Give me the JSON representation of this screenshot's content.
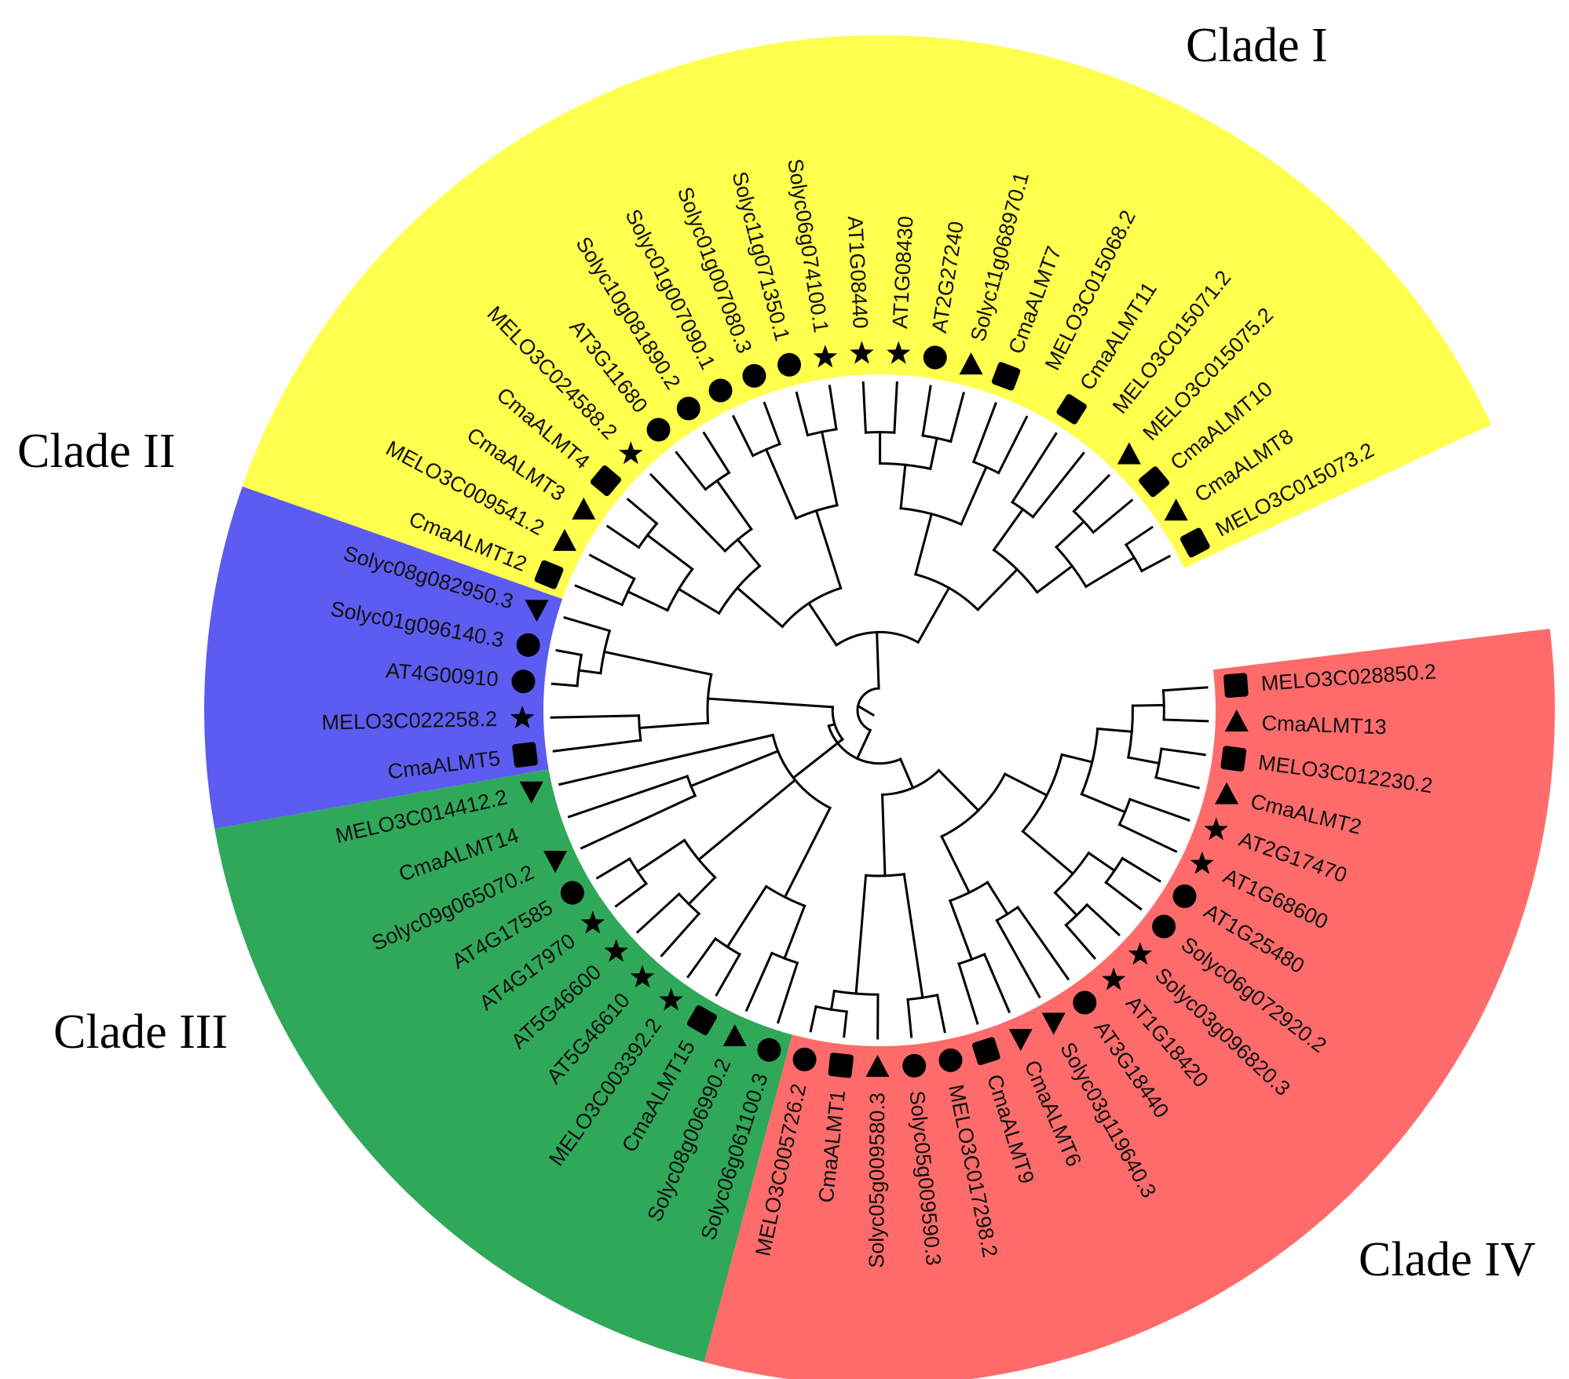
{
  "clades": [
    {
      "label": "Clade I",
      "color": "#FF6B6B"
    },
    {
      "label": "Clade II",
      "color": "#2FA85A"
    },
    {
      "label": "Clade III",
      "color": "#5C5CF2"
    },
    {
      "label": "Clade IV",
      "color": "#FFFF4D"
    }
  ],
  "marker_shapes": [
    "square",
    "triangle",
    "inverted-triangle",
    "circle",
    "star"
  ],
  "leaves": [
    {
      "name": "MELO3C028850.2",
      "clade": 0,
      "marker": "square"
    },
    {
      "name": "CmaALMT13",
      "clade": 0,
      "marker": "triangle"
    },
    {
      "name": "MELO3C012230.2",
      "clade": 0,
      "marker": "square"
    },
    {
      "name": "CmaALMT2",
      "clade": 0,
      "marker": "triangle"
    },
    {
      "name": "AT2G17470",
      "clade": 0,
      "marker": "star"
    },
    {
      "name": "AT1G68600",
      "clade": 0,
      "marker": "star"
    },
    {
      "name": "AT1G25480",
      "clade": 0,
      "marker": "circle"
    },
    {
      "name": "Solyc06g072920.2",
      "clade": 0,
      "marker": "circle"
    },
    {
      "name": "Solyc03g096820.3",
      "clade": 0,
      "marker": "star"
    },
    {
      "name": "AT1G18420",
      "clade": 0,
      "marker": "star"
    },
    {
      "name": "AT3G18440",
      "clade": 0,
      "marker": "circle"
    },
    {
      "name": "Solyc03g119640.3",
      "clade": 0,
      "marker": "inverted-triangle"
    },
    {
      "name": "CmaALMT6",
      "clade": 0,
      "marker": "inverted-triangle"
    },
    {
      "name": "CmaALMT9",
      "clade": 0,
      "marker": "square"
    },
    {
      "name": "MELO3C017298.2",
      "clade": 0,
      "marker": "circle"
    },
    {
      "name": "Solyc05g009590.3",
      "clade": 0,
      "marker": "circle"
    },
    {
      "name": "Solyc05g009580.3",
      "clade": 0,
      "marker": "triangle"
    },
    {
      "name": "CmaALMT1",
      "clade": 0,
      "marker": "square"
    },
    {
      "name": "MELO3C005726.2",
      "clade": 0,
      "marker": "circle"
    },
    {
      "name": "Solyc06g061100.3",
      "clade": 1,
      "marker": "circle"
    },
    {
      "name": "Solyc08g006990.2",
      "clade": 1,
      "marker": "triangle"
    },
    {
      "name": "CmaALMT15",
      "clade": 1,
      "marker": "square"
    },
    {
      "name": "MELO3C003392.2",
      "clade": 1,
      "marker": "star"
    },
    {
      "name": "AT5G46610",
      "clade": 1,
      "marker": "star"
    },
    {
      "name": "AT5G46600",
      "clade": 1,
      "marker": "star"
    },
    {
      "name": "AT4G17970",
      "clade": 1,
      "marker": "star"
    },
    {
      "name": "AT4G17585",
      "clade": 1,
      "marker": "circle"
    },
    {
      "name": "Solyc09g065070.2",
      "clade": 1,
      "marker": "inverted-triangle"
    },
    {
      "name": "CmaALMT14",
      "clade": 1,
      "marker": "none"
    },
    {
      "name": "MELO3C014412.2",
      "clade": 1,
      "marker": "inverted-triangle"
    },
    {
      "name": "CmaALMT5",
      "clade": 2,
      "marker": "square"
    },
    {
      "name": "MELO3C022258.2",
      "clade": 2,
      "marker": "star"
    },
    {
      "name": "AT4G00910",
      "clade": 2,
      "marker": "circle"
    },
    {
      "name": "Solyc01g096140.3",
      "clade": 2,
      "marker": "circle"
    },
    {
      "name": "Solyc08g082950.3",
      "clade": 2,
      "marker": "inverted-triangle"
    },
    {
      "name": "CmaALMT12",
      "clade": 3,
      "marker": "square"
    },
    {
      "name": "MELO3C009541.2",
      "clade": 3,
      "marker": "triangle"
    },
    {
      "name": "CmaALMT3",
      "clade": 3,
      "marker": "triangle"
    },
    {
      "name": "CmaALMT4",
      "clade": 3,
      "marker": "square"
    },
    {
      "name": "MELO3C024588.2",
      "clade": 3,
      "marker": "star"
    },
    {
      "name": "AT3G11680",
      "clade": 3,
      "marker": "circle"
    },
    {
      "name": "Solyc10g081890.2",
      "clade": 3,
      "marker": "circle"
    },
    {
      "name": "Solyc01g007090.1",
      "clade": 3,
      "marker": "circle"
    },
    {
      "name": "Solyc01g007080.3",
      "clade": 3,
      "marker": "circle"
    },
    {
      "name": "Solyc11g071350.1",
      "clade": 3,
      "marker": "circle"
    },
    {
      "name": "Solyc06g074100.1",
      "clade": 3,
      "marker": "star"
    },
    {
      "name": "AT1G08440",
      "clade": 3,
      "marker": "star"
    },
    {
      "name": "AT1G08430",
      "clade": 3,
      "marker": "star"
    },
    {
      "name": "AT2G27240",
      "clade": 3,
      "marker": "circle"
    },
    {
      "name": "Solyc11g068970.1",
      "clade": 3,
      "marker": "triangle"
    },
    {
      "name": "CmaALMT7",
      "clade": 3,
      "marker": "square"
    },
    {
      "name": "MELO3C015068.2",
      "clade": 3,
      "marker": "none"
    },
    {
      "name": "CmaALMT11",
      "clade": 3,
      "marker": "square"
    },
    {
      "name": "MELO3C015071.2",
      "clade": 3,
      "marker": "none"
    },
    {
      "name": "MELO3C015075.2",
      "clade": 3,
      "marker": "triangle"
    },
    {
      "name": "CmaALMT10",
      "clade": 3,
      "marker": "square"
    },
    {
      "name": "CmaALMT8",
      "clade": 3,
      "marker": "triangle"
    },
    {
      "name": "MELO3C015073.2",
      "clade": 3,
      "marker": "square"
    }
  ],
  "tree": {
    "h": 0.02,
    "c": [
      {
        "h": 0.12,
        "c": [
          {
            "h": 0.22,
            "c": [
              {
                "h": 0.4,
                "c": [
                  {
                    "h": 0.55,
                    "c": [
                      {
                        "h": 0.65,
                        "c": [
                          {
                            "h": 0.76,
                            "c": [
                              {
                                "h": 0.86,
                                "c": [
                                  {
                                    "l": 0
                                  },
                                  {
                                    "l": 1
                                  }
                                ]
                              },
                              {
                                "h": 0.86,
                                "c": [
                                  {
                                    "l": 2
                                  },
                                  {
                                    "l": 3
                                  }
                                ]
                              }
                            ]
                          },
                          {
                            "h": 0.8,
                            "c": [
                              {
                                "l": 4
                              },
                              {
                                "l": 5
                              }
                            ]
                          }
                        ]
                      },
                      {
                        "h": 0.76,
                        "c": [
                          {
                            "h": 0.86,
                            "c": [
                              {
                                "l": 6
                              },
                              {
                                "l": 7
                              }
                            ]
                          },
                          {
                            "h": 0.86,
                            "c": [
                              {
                                "l": 8
                              },
                              {
                                "l": 9
                              }
                            ]
                          }
                        ]
                      }
                    ]
                  },
                  {
                    "h": 0.6,
                    "c": [
                      {
                        "h": 0.72,
                        "c": [
                          {
                            "l": 10
                          },
                          {
                            "l": 11
                          }
                        ]
                      },
                      {
                        "h": 0.8,
                        "c": [
                          {
                            "l": 12
                          },
                          {
                            "l": 13
                          }
                        ]
                      }
                    ]
                  }
                ]
              },
              {
                "h": 0.48,
                "c": [
                  {
                    "h": 0.88,
                    "c": [
                      {
                        "l": 14
                      },
                      {
                        "l": 15
                      }
                    ]
                  },
                  {
                    "h": 0.86,
                    "c": [
                      {
                        "l": 16
                      },
                      {
                        "h": 0.92,
                        "c": [
                          {
                            "l": 17
                          },
                          {
                            "l": 18
                          }
                        ]
                      }
                    ]
                  }
                ]
              }
            ]
          },
          {
            "h": 0.1,
            "c": [
              {
                "h": 0.3,
                "c": [
                  {
                    "h": 0.62,
                    "c": [
                      {
                        "h": 0.8,
                        "c": [
                          {
                            "l": 19
                          },
                          {
                            "l": 20
                          }
                        ]
                      },
                      {
                        "h": 0.85,
                        "c": [
                          {
                            "l": 21
                          },
                          {
                            "l": 22
                          }
                        ]
                      }
                    ]
                  },
                  {
                    "h": 0.7,
                    "c": [
                      {
                        "h": 0.82,
                        "c": [
                          {
                            "l": 23
                          },
                          {
                            "l": 24
                          }
                        ]
                      },
                      {
                        "h": 0.88,
                        "c": [
                          {
                            "l": 25
                          },
                          {
                            "l": 26
                          }
                        ]
                      }
                    ]
                  },
                  {
                    "h": 0.6,
                    "c": [
                      {
                        "l": 27
                      },
                      {
                        "l": 28
                      }
                    ]
                  },
                  {
                    "l": 29
                  }
                ]
              },
              {
                "h": 0.5,
                "c": [
                  {
                    "h": 0.72,
                    "c": [
                      {
                        "l": 30
                      },
                      {
                        "l": 31
                      }
                    ]
                  },
                  {
                    "h": 0.85,
                    "c": [
                      {
                        "h": 0.92,
                        "c": [
                          {
                            "l": 32
                          },
                          {
                            "l": 33
                          }
                        ]
                      },
                      {
                        "l": 34
                      }
                    ]
                  }
                ]
              }
            ]
          }
        ]
      },
      {
        "h": 0.2,
        "c": [
          {
            "h": 0.36,
            "c": [
              {
                "h": 0.55,
                "c": [
                  {
                    "h": 0.7,
                    "c": [
                      {
                        "h": 0.84,
                        "c": [
                          {
                            "l": 35
                          },
                          {
                            "l": 36
                          }
                        ]
                      },
                      {
                        "h": 0.88,
                        "c": [
                          {
                            "l": 37
                          },
                          {
                            "l": 38
                          }
                        ]
                      }
                    ]
                  },
                  {
                    "h": 0.66,
                    "c": [
                      {
                        "l": 39
                      },
                      {
                        "h": 0.85,
                        "c": [
                          {
                            "l": 40
                          },
                          {
                            "l": 41
                          }
                        ]
                      }
                    ]
                  }
                ]
              },
              {
                "h": 0.62,
                "c": [
                  {
                    "h": 0.86,
                    "c": [
                      {
                        "l": 42
                      },
                      {
                        "l": 43
                      }
                    ]
                  },
                  {
                    "h": 0.86,
                    "c": [
                      {
                        "l": 44
                      },
                      {
                        "l": 45
                      }
                    ]
                  }
                ]
              }
            ]
          },
          {
            "h": 0.4,
            "c": [
              {
                "h": 0.6,
                "c": [
                  {
                    "h": 0.74,
                    "c": [
                      {
                        "h": 0.84,
                        "c": [
                          {
                            "l": 46
                          },
                          {
                            "l": 47
                          }
                        ]
                      },
                      {
                        "h": 0.84,
                        "c": [
                          {
                            "l": 48
                          },
                          {
                            "l": 49
                          }
                        ]
                      }
                    ]
                  },
                  {
                    "h": 0.8,
                    "c": [
                      {
                        "l": 50
                      },
                      {
                        "l": 51
                      }
                    ]
                  }
                ]
              },
              {
                "h": 0.58,
                "c": [
                  {
                    "h": 0.74,
                    "c": [
                      {
                        "l": 52
                      },
                      {
                        "l": 53
                      }
                    ]
                  },
                  {
                    "h": 0.72,
                    "c": [
                      {
                        "h": 0.84,
                        "c": [
                          {
                            "l": 54
                          },
                          {
                            "l": 55
                          }
                        ]
                      },
                      {
                        "h": 0.9,
                        "c": [
                          {
                            "l": 56
                          },
                          {
                            "l": 57
                          }
                        ]
                      }
                    ]
                  }
                ]
              }
            ]
          }
        ]
      }
    ]
  }
}
